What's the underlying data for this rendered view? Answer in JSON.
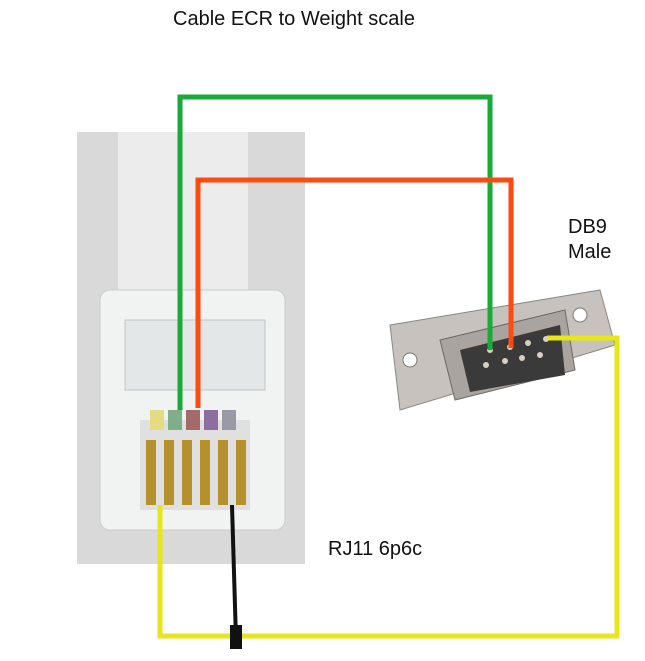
{
  "title": "Cable ECR to Weight scale",
  "labels": {
    "db9_line1": "DB9",
    "db9_line2": "Male",
    "rj11": "RJ11 6p6c"
  },
  "colors": {
    "green_wire": "#1aaa3a",
    "orange_wire": "#ff4a10",
    "yellow_wire": "#e6e61a",
    "black_wire": "#111111"
  }
}
